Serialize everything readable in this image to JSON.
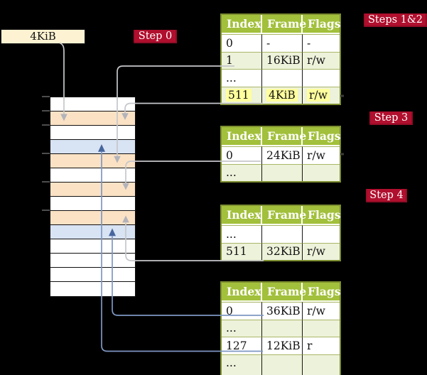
{
  "legend": {
    "label": "4KiB"
  },
  "badges": {
    "step0": "Step 0",
    "steps12": "Steps 1&2",
    "step3": "Step 3",
    "step4": "Step 4"
  },
  "tables": {
    "headers": [
      "Index",
      "Frame",
      "Flags"
    ],
    "pt_steps12": {
      "rows": [
        [
          "0",
          "-",
          "-"
        ],
        [
          "1",
          "16KiB",
          "r/w"
        ],
        [
          "...",
          "",
          ""
        ],
        [
          "511",
          "4KiB",
          "r/w"
        ]
      ],
      "highlighted_row": "511"
    },
    "pt_step3": {
      "rows": [
        [
          "0",
          "24KiB",
          "r/w"
        ],
        [
          "...",
          "",
          ""
        ]
      ]
    },
    "pt_step4a": {
      "rows": [
        [
          "...",
          "",
          ""
        ],
        [
          "511",
          "32KiB",
          "r/w"
        ]
      ]
    },
    "pt_step4b": {
      "rows": [
        [
          "0",
          "36KiB",
          "r/w"
        ],
        [
          "...",
          "",
          ""
        ],
        [
          "127",
          "12KiB",
          "r"
        ],
        [
          "...",
          "",
          ""
        ]
      ]
    }
  },
  "memory": {
    "frame_fills": [
      "white",
      "orange",
      "white",
      "blue",
      "orange",
      "white",
      "orange",
      "white",
      "orange",
      "blue",
      "white",
      "white",
      "white",
      "white"
    ],
    "tick_ys": [
      136,
      156,
      176,
      216,
      256,
      296
    ]
  },
  "colors": {
    "background": "#000000",
    "table_header_green": "#a2c03b",
    "table_border_olive": "#7d8e2f",
    "table_row_green": "#edf2da",
    "badge_red": "#b10f2e",
    "highlight_yellow": "#ffff9d",
    "frame_orange": "#fbe2c5",
    "frame_blue": "#d8e3f3",
    "legend_cream": "#fdf3d2",
    "arrow_gray": "#b2b3ba",
    "arrow_blue": "#47669e"
  }
}
